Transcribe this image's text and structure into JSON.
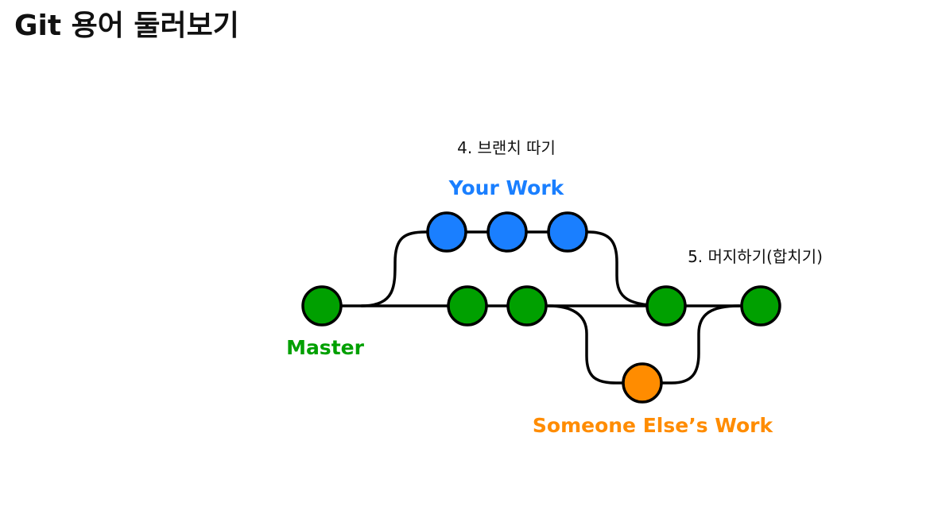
{
  "slide": {
    "title": "Git 용어 둘러보기"
  },
  "labels": {
    "branch_step": "4. 브랜치 따기",
    "merge_step": "5. 머지하기(합치기)",
    "your_work": "Your Work",
    "master": "Master",
    "someone_else": "Someone Else’s Work"
  },
  "colors": {
    "your_work": "#1a7fff",
    "master": "#00a000",
    "someone_else": "#ff8c00",
    "line": "#000000"
  },
  "commits": {
    "master": 5,
    "your_work": 3,
    "someone_else": 1
  }
}
